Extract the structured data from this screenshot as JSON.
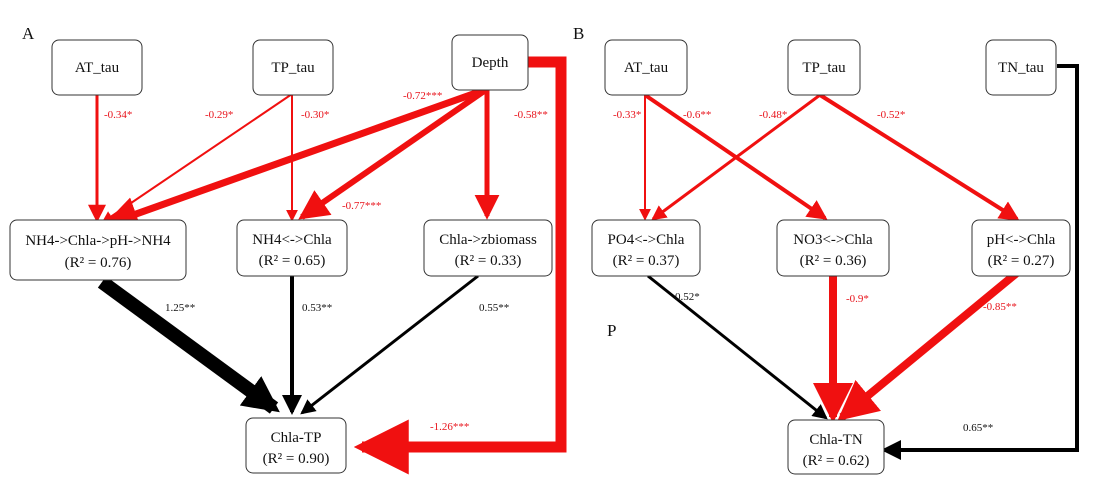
{
  "colors": {
    "negative": "#f01010",
    "positive": "#000000",
    "node_border": "#333333"
  },
  "panels": {
    "A": {
      "label": "A",
      "nodes": {
        "at_tau": "AT_tau",
        "tp_tau": "TP_tau",
        "depth": "Depth",
        "nh4_chain": "NH4->Chla->pH->NH4",
        "nh4_chain_r2": "(R² = 0.76)",
        "nh4_chla": "NH4<->Chla",
        "nh4_chla_r2": "(R² = 0.65)",
        "chla_zbiomass": "Chla->zbiomass",
        "chla_zbiomass_r2": "(R² = 0.33)",
        "chla_tp": "Chla-TP",
        "chla_tp_r2": "(R² = 0.90)"
      },
      "coefficients": {
        "at_to_chain": "-0.34*",
        "tp_to_chain": "-0.29*",
        "tp_to_nh4chla": "-0.30*",
        "depth_to_chain": "-0.72***",
        "depth_to_nh4chla": "-0.77***",
        "depth_to_zbiomass": "-0.58**",
        "depth_to_chlatp": "-1.26***",
        "chain_to_chlatp": "1.25**",
        "nh4chla_to_chlatp": "0.53**",
        "zbiomass_to_chlatp": "0.55**"
      }
    },
    "B": {
      "label": "B",
      "nodes": {
        "at_tau": "AT_tau",
        "tp_tau": "TP_tau",
        "tn_tau": "TN_tau",
        "po4_chla": "PO4<->Chla",
        "po4_chla_r2": "(R² = 0.37)",
        "no3_chla": "NO3<->Chla",
        "no3_chla_r2": "(R² = 0.36)",
        "ph_chla": "pH<->Chla",
        "ph_chla_r2": "(R² = 0.27)",
        "chla_tn": "Chla-TN",
        "chla_tn_r2": "(R² = 0.62)"
      },
      "coefficients": {
        "at_to_po4": "-0.33*",
        "at_to_no3": "-0.6**",
        "tp_to_po4": "-0.48*",
        "tp_to_ph": "-0.52*",
        "tn_to_chlatn": "0.65**",
        "po4_to_chlatn": "0.52*",
        "no3_to_chlatn": "-0.9*",
        "ph_to_chlatn": "-0.85**"
      },
      "stray_label": "P"
    }
  }
}
